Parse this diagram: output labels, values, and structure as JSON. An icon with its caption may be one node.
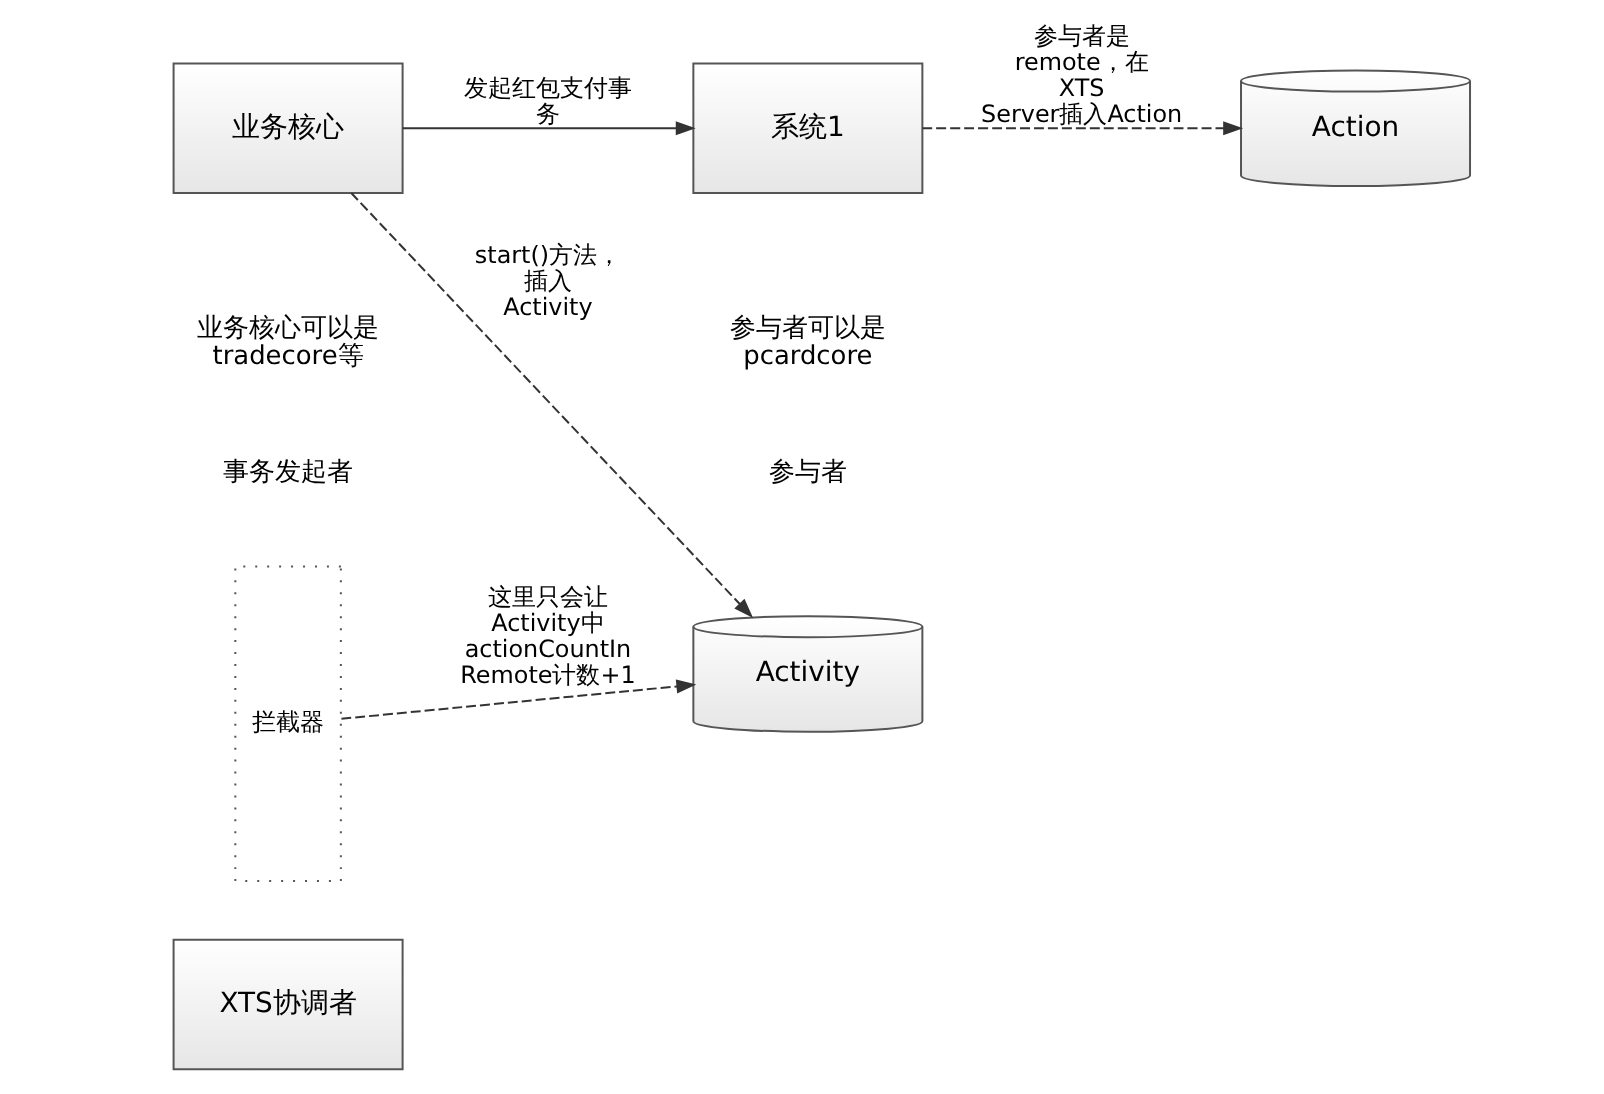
{
  "diagram": {
    "nodes": [
      {
        "text": [
          "XTS协调者"
        ]
      },
      {
        "text": [
          "Action"
        ]
      },
      {
        "text": [
          "业务核心"
        ]
      },
      {
        "text": [
          "Activity"
        ]
      },
      {
        "text": [
          "拦截器"
        ]
      },
      {
        "text": [
          "系统1"
        ]
      }
    ],
    "edges": [
      {
        "from": 2,
        "to": 3,
        "arrow": "to",
        "style": "dashed",
        "label": "start()方法，插入 Activity"
      },
      {
        "from": 2,
        "to": 5,
        "arrow": "to",
        "label": "发起红包支付事务"
      },
      {
        "from": 4,
        "to": 3,
        "arrow": "to",
        "style": "dashed",
        "label": "这里只会让 Activity中 actionCountIn Remote计数+1"
      },
      {
        "from": 5,
        "to": 1,
        "arrow": "to",
        "style": "dashed",
        "label": "参与者是 remote，在 XTS Server插入Action"
      }
    ],
    "labels": [
      "事务发起者",
      "参与者",
      "业务核心可以是 tradecore等",
      "参与者可以是 pcardcore"
    ]
  }
}
